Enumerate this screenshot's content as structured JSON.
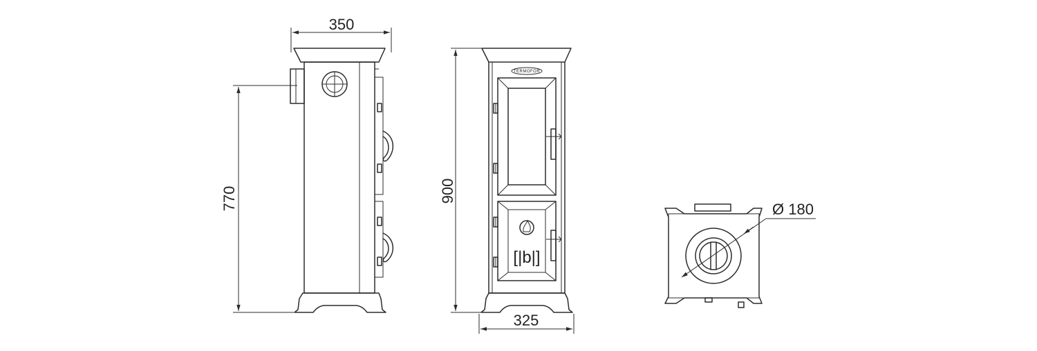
{
  "dimensions": {
    "side_width": "350",
    "side_flue_height": "770",
    "front_height": "900",
    "front_base_width": "325",
    "top_flue_diameter": "Ø 180"
  },
  "brand_plate": "TERMOFOR",
  "door_symbol": "[|b|]",
  "colors": {
    "line": "#2b2b2b",
    "background": "#ffffff"
  }
}
